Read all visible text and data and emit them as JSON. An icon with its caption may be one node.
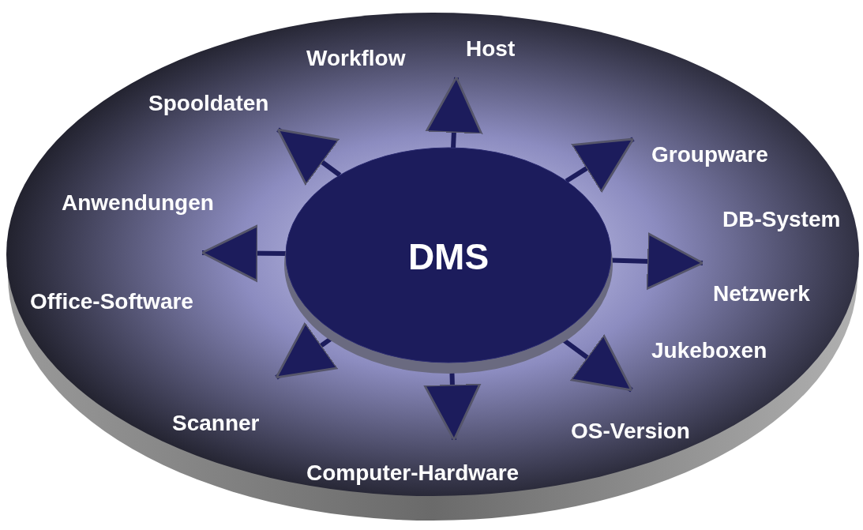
{
  "diagram": {
    "nodes": [
      {
        "text": [],
        "shape": "ellipse"
      },
      {
        "text": [
          "DMS"
        ],
        "in": 0
      }
    ],
    "edges": [
      {
        "from": 1,
        "to": null,
        "arrow": "to"
      },
      {
        "from": 1,
        "to": null,
        "arrow": "to"
      },
      {
        "from": 1,
        "to": null,
        "arrow": "to"
      },
      {
        "from": 1,
        "to": null,
        "arrow": "to"
      },
      {
        "from": 1,
        "to": null,
        "arrow": "to"
      },
      {
        "from": 1,
        "to": null,
        "arrow": "to"
      },
      {
        "from": 1,
        "to": null,
        "arrow": "to"
      },
      {
        "from": 1,
        "to": null,
        "arrow": "to"
      }
    ],
    "labels": [
      "Host",
      "Workflow",
      "Spooldaten",
      "Groupware",
      "Anwendungen",
      "DB-System",
      "Netzwerk",
      "Office-Software",
      "Jukeboxen",
      "OS-Version",
      "Scanner",
      "Computer-Hardware"
    ]
  }
}
